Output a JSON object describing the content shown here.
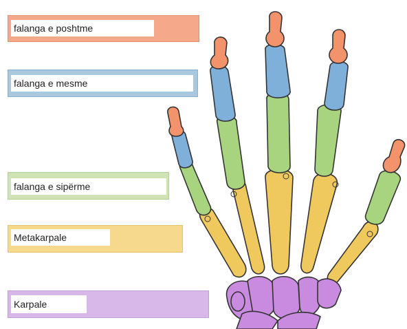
{
  "labels": {
    "distal_phalanx": "falanga e poshtme",
    "middle_phalanx": "falanga e mesme",
    "proximal_phalanx": "falanga e sipërme",
    "metacarpals": "Metakarpale",
    "carpals": "Karpale"
  },
  "colors": {
    "distal_phalanx": "#f4a98a",
    "middle_phalanx": "#a8c8e0",
    "proximal_phalanx": "#cfe3b5",
    "metacarpals": "#f6d98d",
    "carpals": "#d8b8e8",
    "bone_distal": "#f3936b",
    "bone_middle": "#7fb0da",
    "bone_proximal": "#a9d47f",
    "bone_metacarpal": "#f0c95e",
    "bone_carpal": "#c98be0",
    "outline": "#333333"
  }
}
